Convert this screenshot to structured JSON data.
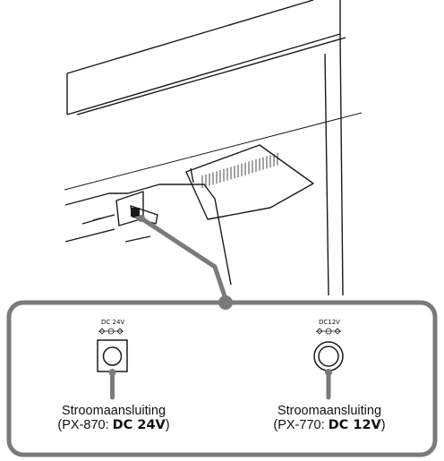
{
  "left_jack": {
    "rating_label": "DC 24V",
    "caption_name": "Stroomaansluiting",
    "caption_model_prefix": "(PX-870: ",
    "caption_rating": "DC 24V",
    "caption_suffix": ")"
  },
  "right_jack": {
    "rating_label": "DC12V",
    "caption_name": "Stroomaansluiting",
    "caption_model_prefix": "(PX-770: ",
    "caption_rating": "DC 12V",
    "caption_suffix": ")"
  },
  "colors": {
    "line": "#1a1a1a",
    "callout": "#7a7a7a"
  }
}
